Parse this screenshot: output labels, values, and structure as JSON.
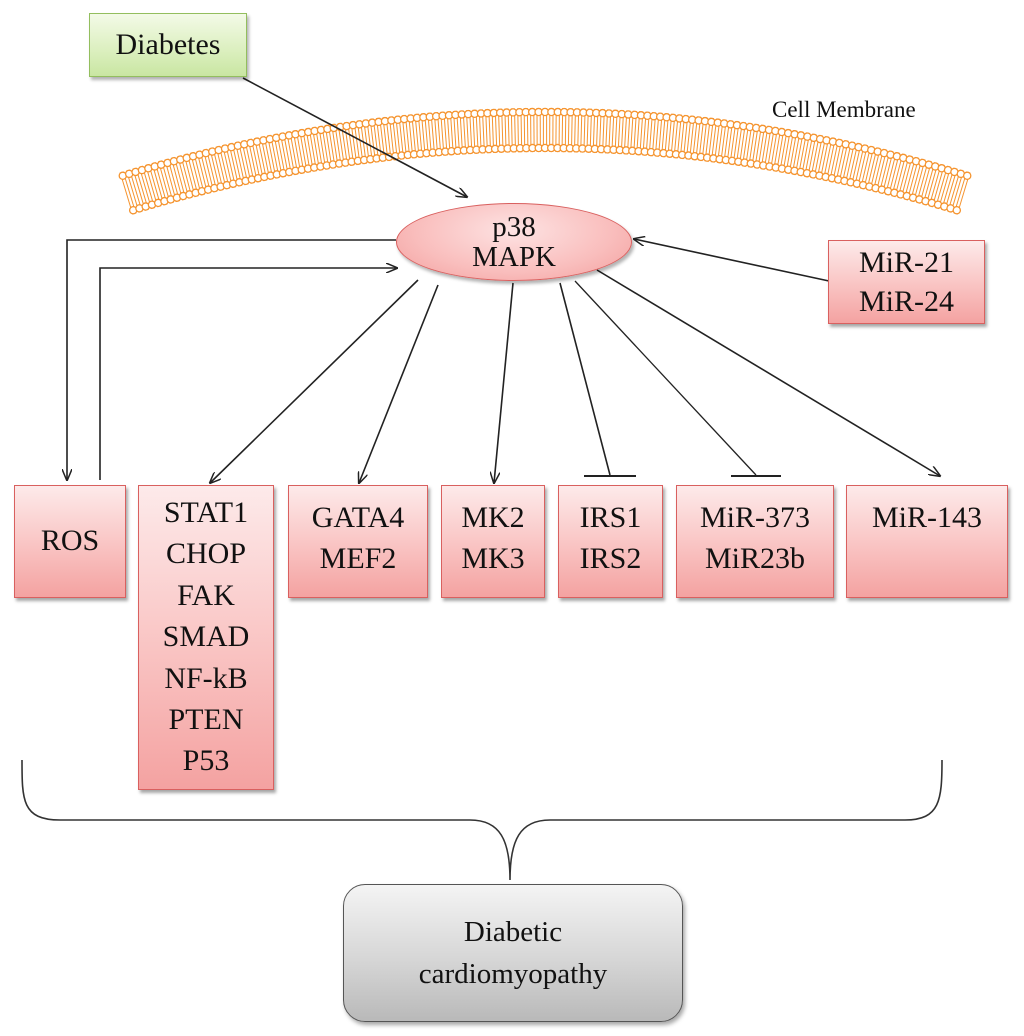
{
  "diagram": {
    "input": {
      "label": "Diabetes"
    },
    "membrane": {
      "label": "Cell Membrane"
    },
    "hub": {
      "line1": "p38",
      "line2": "MAPK"
    },
    "upstream": {
      "line1": "MiR-21",
      "line2": "MiR-24"
    },
    "targets": {
      "ros": [
        "ROS"
      ],
      "stat": [
        "STAT1",
        "CHOP",
        "FAK",
        "SMAD",
        "NF-kB",
        "PTEN",
        "P53"
      ],
      "gata": [
        "GATA4",
        "MEF2"
      ],
      "mk": [
        "MK2",
        "MK3"
      ],
      "irs": [
        "IRS1",
        "IRS2"
      ],
      "mir373": [
        "MiR-373",
        "MiR23b"
      ],
      "mir143": [
        "MiR-143"
      ]
    },
    "outcome": {
      "line1": "Diabetic",
      "line2": "cardiomyopathy"
    },
    "colors": {
      "node_border": "#d9605f",
      "node_fill": "#f9c3c2",
      "input_fill": "#dbefbe",
      "membrane": "#f5942f",
      "outcome_fill": "#d6d6d6",
      "edge": "#222222"
    },
    "edges": [
      {
        "from": "Diabetes",
        "to": "p38 MAPK",
        "type": "activation"
      },
      {
        "from": "MiR-21 / MiR-24",
        "to": "p38 MAPK",
        "type": "activation"
      },
      {
        "from": "p38 MAPK",
        "to": "ROS",
        "type": "activation"
      },
      {
        "from": "ROS",
        "to": "p38 MAPK",
        "type": "activation"
      },
      {
        "from": "p38 MAPK",
        "to": "STAT1 ... P53",
        "type": "activation"
      },
      {
        "from": "p38 MAPK",
        "to": "GATA4 / MEF2",
        "type": "activation"
      },
      {
        "from": "p38 MAPK",
        "to": "MK2 / MK3",
        "type": "activation"
      },
      {
        "from": "p38 MAPK",
        "to": "IRS1 / IRS2",
        "type": "inhibition"
      },
      {
        "from": "p38 MAPK",
        "to": "MiR-373 / MiR23b",
        "type": "inhibition"
      },
      {
        "from": "p38 MAPK",
        "to": "MiR-143",
        "type": "activation"
      },
      {
        "from": "all targets",
        "to": "Diabetic cardiomyopathy",
        "type": "grouping-brace"
      }
    ]
  }
}
